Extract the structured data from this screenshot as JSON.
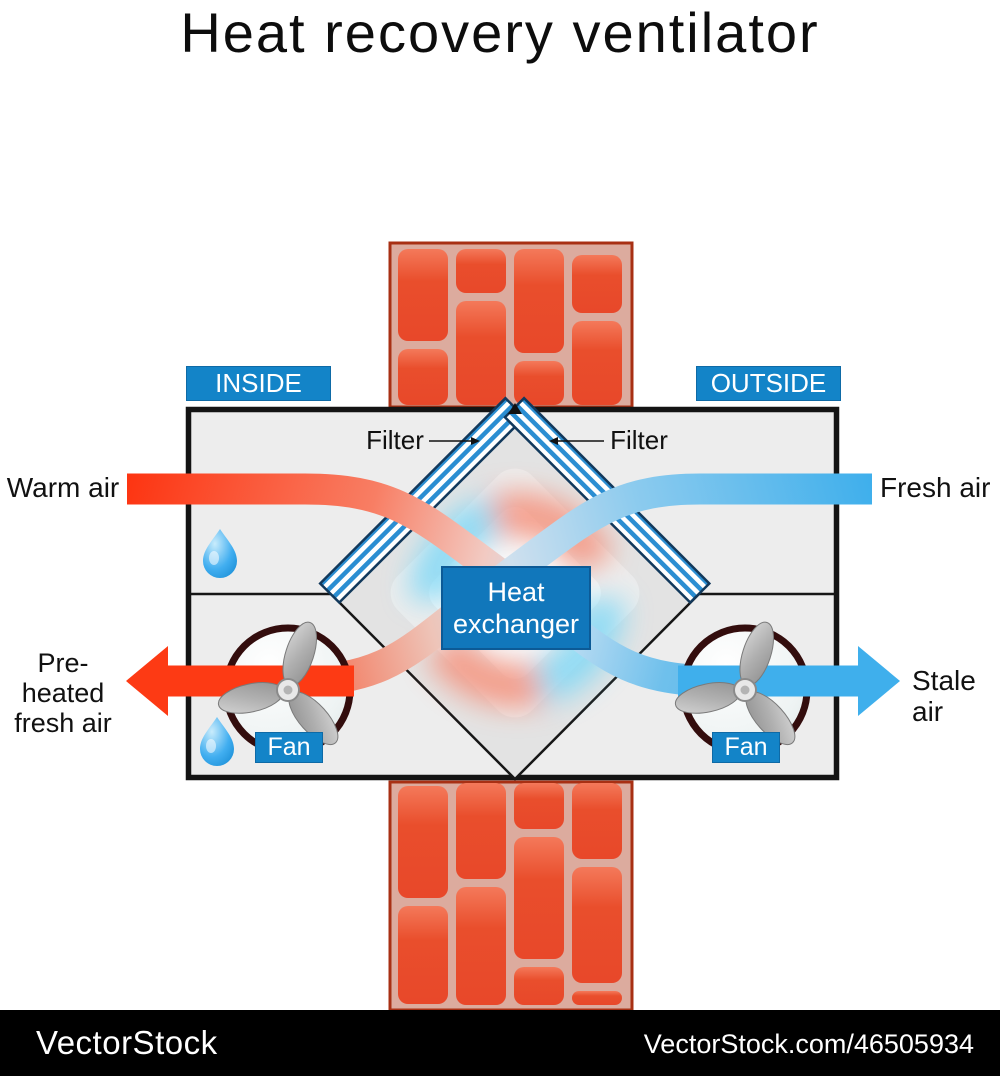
{
  "title": "Heat recovery ventilator",
  "diagram": {
    "inside_label": "INSIDE",
    "outside_label": "OUTSIDE",
    "filter_left_label": "Filter",
    "filter_right_label": "Filter",
    "warm_air_label": "Warm air",
    "fresh_air_label": "Fresh air",
    "preheated_label": "Pre-heated fresh air",
    "stale_air_label": "Stale air",
    "heat_exchanger_label": "Heat exchanger",
    "fan_left_label": "Fan",
    "fan_right_label": "Fan"
  },
  "colors": {
    "label_blue": "#1384c8",
    "warm_red": "#fd3512",
    "cool_blue": "#3fafec",
    "brick_orange": "#e94e2c",
    "mortar_pink": "#dcab9e",
    "unit_gray": "#ededed",
    "filter_stripe_blue": "#2b8ed2"
  },
  "footer": {
    "brand": "VectorStock",
    "credit": "VectorStock.com/46505934"
  }
}
